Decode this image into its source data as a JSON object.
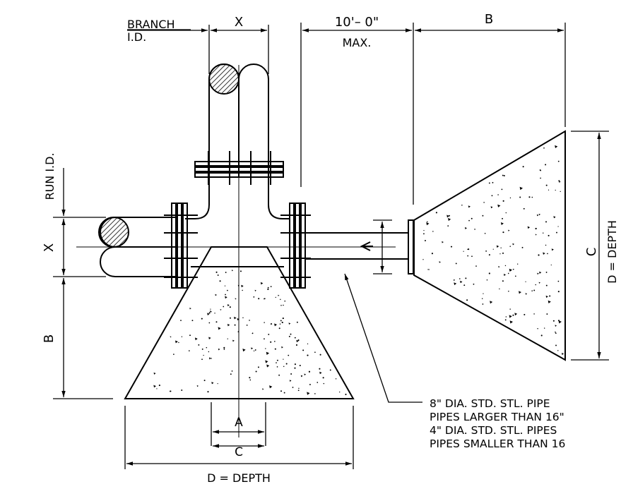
{
  "labels": {
    "branch_line1": "BRANCH",
    "branch_line2": "I.D.",
    "x_top": "X",
    "ten_ft": "10'–  0\"",
    "max": "MAX.",
    "b_top": "B",
    "run_id": "RUN I.D.",
    "x_left": "X",
    "b_left": "B",
    "c_right": "C",
    "d_right": "D  =  DEPTH",
    "a_bottom": "A",
    "c_bottom": "C",
    "d_bottom": "D  =  DEPTH"
  },
  "note": {
    "line1": "8\" DIA. STD. STL. PIPE",
    "line2": "PIPES LARGER THAN 16\"",
    "line3": "4\" DIA. STD. STL. PIPES",
    "line4": "PIPES SMALLER THAN 16"
  },
  "colors": {
    "line": "#000000",
    "hatch": "#000000",
    "background": "#ffffff"
  }
}
